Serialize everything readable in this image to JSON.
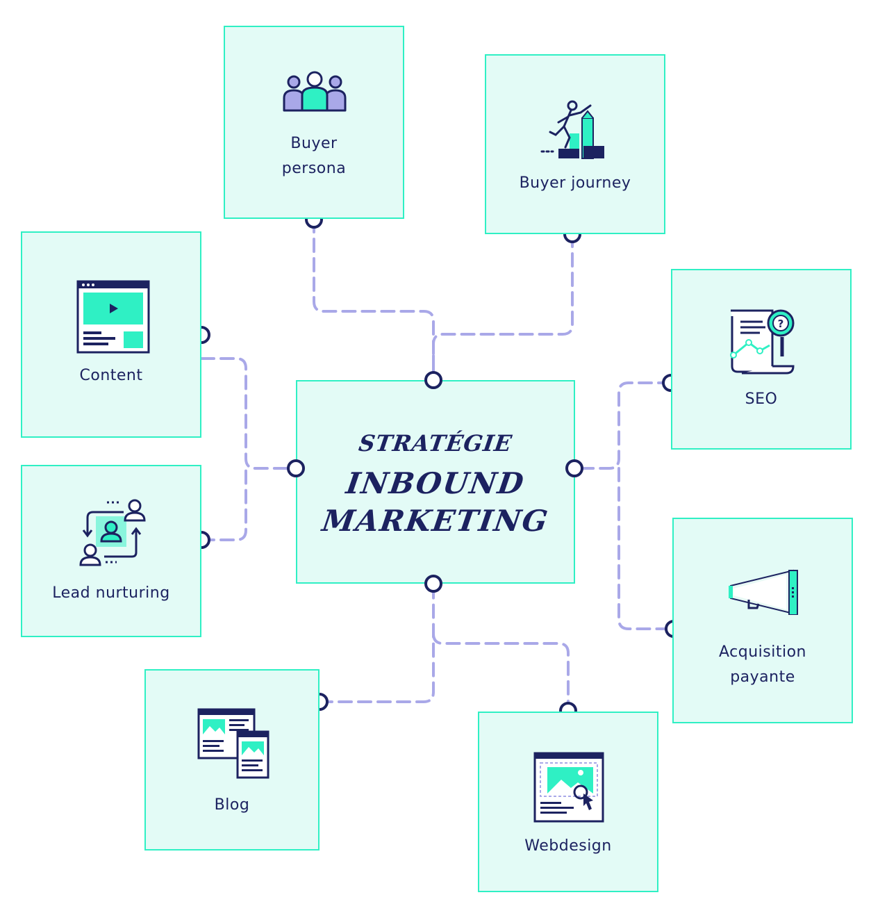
{
  "center": {
    "line1": "Stratégie",
    "line2": "Inbound",
    "line3": "Marketing"
  },
  "nodes": {
    "buyer_persona": "Buyer persona",
    "buyer_journey": "Buyer journey",
    "content": "Content",
    "seo": "SEO",
    "lead_nurturing": "Lead nurturing",
    "acquisition_payante": "Acquisition payante",
    "blog": "Blog",
    "webdesign": "Webdesign"
  },
  "icons": {
    "buyer_persona": "people-group-icon",
    "buyer_journey": "climbing-person-icon",
    "content": "video-page-icon",
    "seo": "document-magnifier-icon",
    "lead_nurturing": "user-cycle-icon",
    "acquisition_payante": "megaphone-icon",
    "blog": "blog-pages-icon",
    "webdesign": "webpage-cursor-icon"
  },
  "colors": {
    "box_fill": "#e3fbf6",
    "box_border": "#2ff0c4",
    "navy": "#1c2260",
    "connector": "#a9a8e8",
    "accent": "#2ff0c4"
  }
}
